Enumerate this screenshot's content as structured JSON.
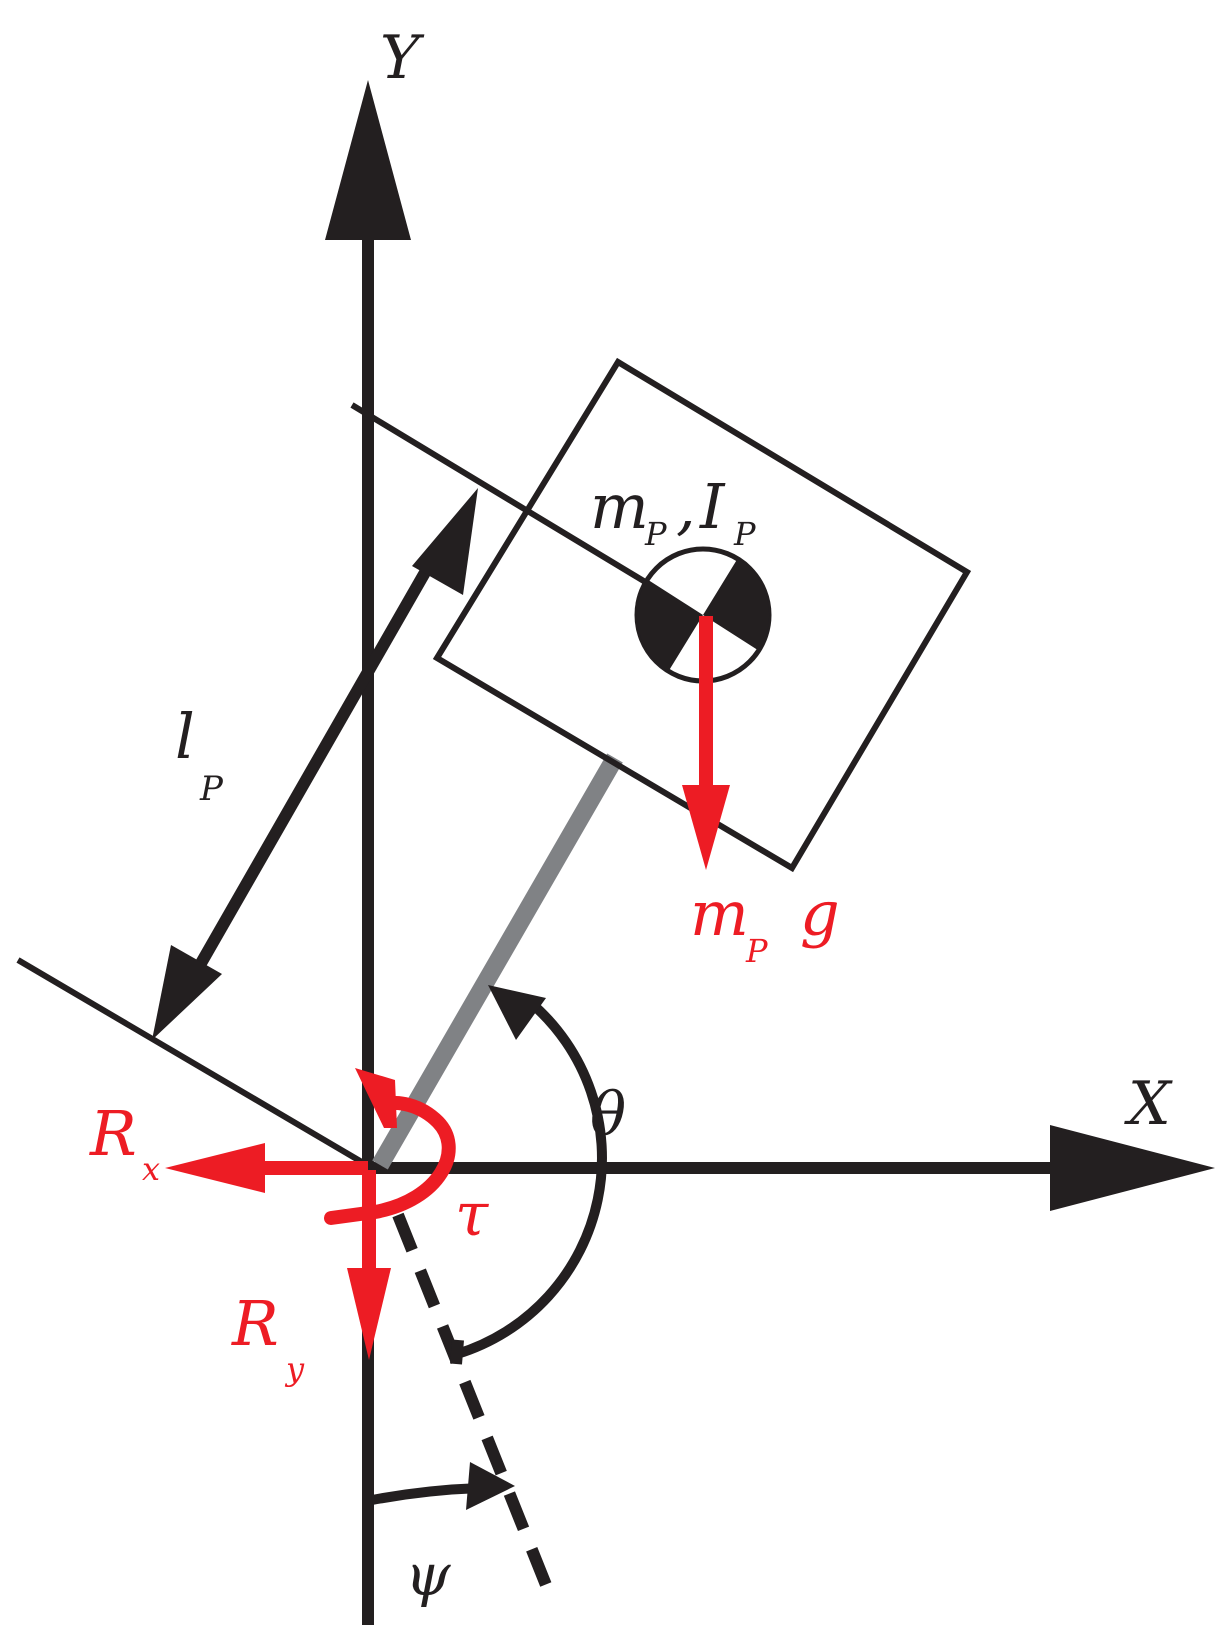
{
  "colors": {
    "ink": "#231f20",
    "force": "#ed1c24",
    "rod": "#808285",
    "background": "#ffffff"
  },
  "axes": {
    "x_label": "X",
    "y_label": "Y"
  },
  "body": {
    "mass_symbol": "m",
    "mass_subscript": "P",
    "inertia_symbol": "I",
    "inertia_subscript": "P",
    "separator": ",",
    "center_of_mass_icon": "center-of-mass-icon"
  },
  "length": {
    "symbol": "l",
    "subscript": "P"
  },
  "forces": {
    "weight_mass": "m",
    "weight_subscript": "P",
    "weight_g": "g",
    "rx_symbol": "R",
    "rx_subscript": "x",
    "ry_symbol": "R",
    "ry_subscript": "y",
    "torque_symbol": "τ"
  },
  "angles": {
    "theta": "θ",
    "psi": "ψ"
  }
}
